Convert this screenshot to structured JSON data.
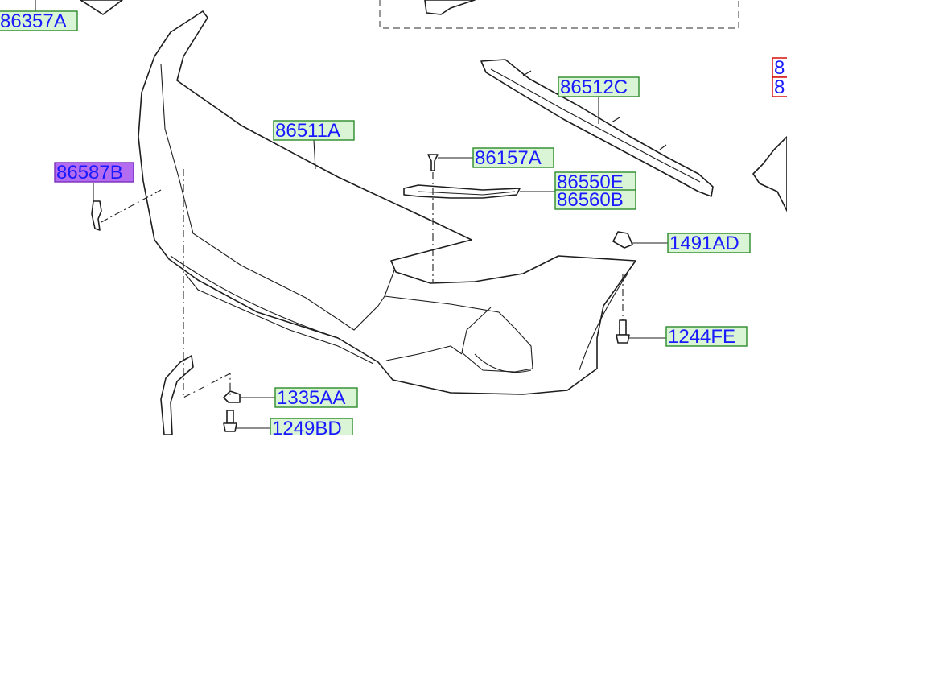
{
  "labels": {
    "p86357A": "86357A",
    "p86511A": "86511A",
    "p86512C": "86512C",
    "p86157A": "86157A",
    "p86550E": "86550E",
    "p86560B": "86560B",
    "p86587B": "86587B",
    "p1491AD": "1491AD",
    "p1244FE": "1244FE",
    "p1335AA": "1335AA",
    "p1249BD": "1249BD",
    "cut1": "8",
    "cut2": "8"
  },
  "colors": {
    "label_fill": "#d9f5d6",
    "label_border": "#2c8a2c",
    "label_text": "#1a1aff",
    "highlight_fill": "#b36cf0",
    "red_border": "#d40000"
  }
}
